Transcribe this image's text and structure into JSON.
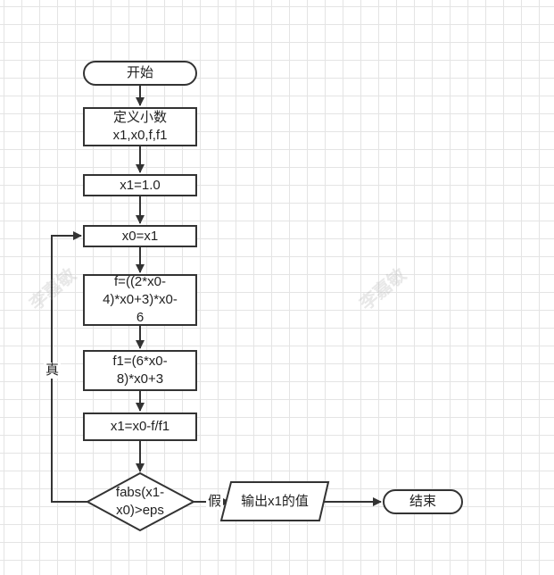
{
  "flowchart": {
    "start": "开始",
    "declare": "定义小数\nx1,x0,f,f1",
    "init": "x1=1.0",
    "assign": "x0=x1",
    "calc_f": "f=((2*x0-\n4)*x0+3)*x0-\n6",
    "calc_f1": "f1=(6*x0-\n8)*x0+3",
    "update": "x1=x0-f/f1",
    "condition": "fabs(x1-\nx0)>eps",
    "output": "输出x1的值",
    "end": "结束",
    "label_true": "真",
    "label_false": "假"
  },
  "watermark": "李嘉敏",
  "colors": {
    "stroke": "#333333",
    "grid": "#e4e4e4",
    "text": "#222222"
  }
}
